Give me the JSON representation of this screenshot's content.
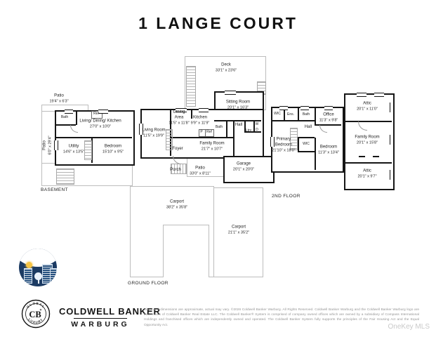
{
  "title": "1 LANGE COURT",
  "floors": {
    "basement": {
      "label": "BASEMENT",
      "rooms": {
        "patio_top": {
          "name": "Patio",
          "dims": "19'4\" x 6'3\""
        },
        "patio_side": {
          "name": "Patio",
          "dims": "6'0\" x 29'4\""
        },
        "bath": {
          "name": "Bath"
        },
        "ref": {
          "name": "Ref"
        },
        "living_dining_kitchen": {
          "name": "Living/ Dining/ Kitchen",
          "dims": "27'0\" x 10'0\""
        },
        "utility": {
          "name": "Utility",
          "dims": "14'6\" x 13'5\""
        },
        "bedroom": {
          "name": "Bedroom",
          "dims": "15'10\" x 9'5\""
        }
      }
    },
    "ground": {
      "label": "GROUND FLOOR",
      "rooms": {
        "deck": {
          "name": "Deck",
          "dims": "33'1\" x 23'6\""
        },
        "sitting_room": {
          "name": "Sitting Room",
          "dims": "20'1\" x 16'3\""
        },
        "dining_area": {
          "name": "Dining Area",
          "dims": "11'5\" x 11'8\""
        },
        "kitchen": {
          "name": "Kitchen",
          "dims": "9'9\" x 11'9\""
        },
        "pantry": {
          "name": "P"
        },
        "ref": {
          "name": "Ref"
        },
        "living_room": {
          "name": "Living Room",
          "dims": "11'5\" x 19'9\""
        },
        "foyer": {
          "name": "Foyer"
        },
        "bath": {
          "name": "Bath"
        },
        "hall": {
          "name": "Hall"
        },
        "laundry": {
          "name": "Ltry"
        },
        "washer": {
          "name": "W"
        },
        "dryer": {
          "name": "D"
        },
        "family_room": {
          "name": "Family Room",
          "dims": "21'7\" x 10'7\""
        },
        "porch": {
          "name": "Porch"
        },
        "patio": {
          "name": "Patio",
          "dims": "33'0\" x 8'11\""
        },
        "garage": {
          "name": "Garage",
          "dims": "20'1\" x 20'0\""
        },
        "carport_left": {
          "name": "Carport",
          "dims": "38'2\" x 35'8\""
        },
        "carport_right": {
          "name": "Carport",
          "dims": "21'1\" x 35'2\""
        }
      }
    },
    "second": {
      "label": "2ND FLOOR",
      "rooms": {
        "wic_top": {
          "name": "WIC"
        },
        "ensuite": {
          "name": "Ens."
        },
        "bath": {
          "name": "Bath"
        },
        "office": {
          "name": "Office",
          "dims": "11'3\" x 9'8\""
        },
        "hall": {
          "name": "Hall"
        },
        "primary_bedroom": {
          "name": "Primary Bedroom",
          "dims": "21'10\" x 18'0\""
        },
        "wic": {
          "name": "WIC"
        },
        "bedroom": {
          "name": "Bedroom",
          "dims": "11'3\" x 13'4\""
        }
      }
    },
    "attic": {
      "rooms": {
        "attic_top": {
          "name": "Attic",
          "dims": "20'1\" x 11'0\""
        },
        "family_room": {
          "name": "Family Room",
          "dims": "20'1\" x 15'8\""
        },
        "attic_bottom": {
          "name": "Attic",
          "dims": "20'1\" x 9'7\""
        }
      }
    }
  },
  "branding": {
    "seal": {
      "top": "GLOBAL",
      "center": "CB",
      "bottom": "LUXURY",
      "star": "✶"
    },
    "name_line1": "COLDWELL BANKER",
    "name_line2": "WARBURG"
  },
  "disclaimer": "Sizes and dimensions are approximate, actual may vary. ©2026 Coldwell Banker Warburg. All Rights Reserved. Coldwell Banker Warburg and the Coldwell Banker Warburg logo are trademarks of Coldwell Banker Real Estate LLC. The Coldwell Banker® System is comprised of company owned offices which are owned by a subsidiary of Compass International Holdings and franchised offices which are independently owned and operated. The Coldwell Banker System fully supports the principles of the Fair Housing Act and the Equal Opportunity Act.",
  "watermark": "OneKey MLS",
  "colors": {
    "wall": "#161616",
    "outline_gray": "#bdbdbd",
    "navy": "#1c3b63",
    "sun": "#f6c445"
  }
}
